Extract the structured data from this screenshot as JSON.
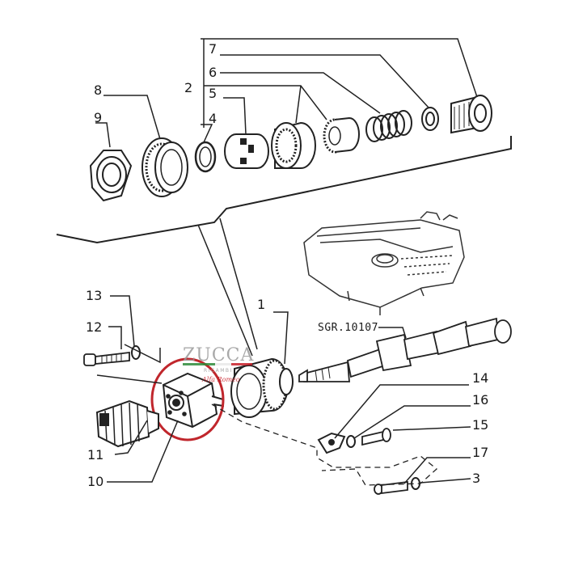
{
  "callouts": {
    "c1": "1",
    "c2": "2",
    "c3": "3",
    "c4": "4",
    "c5": "5",
    "c6": "6",
    "c7": "7",
    "c8": "8",
    "c9": "9",
    "c10": "10",
    "c11": "11",
    "c12": "12",
    "c13": "13",
    "c14": "14",
    "c15": "15",
    "c16": "16",
    "c17": "17"
  },
  "camshaft_code": "SGR.10107",
  "watermark": {
    "brand": "ZUCCA",
    "subtitle": "RICAMBI",
    "signature": "Alfa Romeo",
    "colors": {
      "green": "#2e8b3a",
      "red": "#c8202a",
      "text": "#9a9a9a"
    }
  },
  "highlight_color": "#c0262c"
}
